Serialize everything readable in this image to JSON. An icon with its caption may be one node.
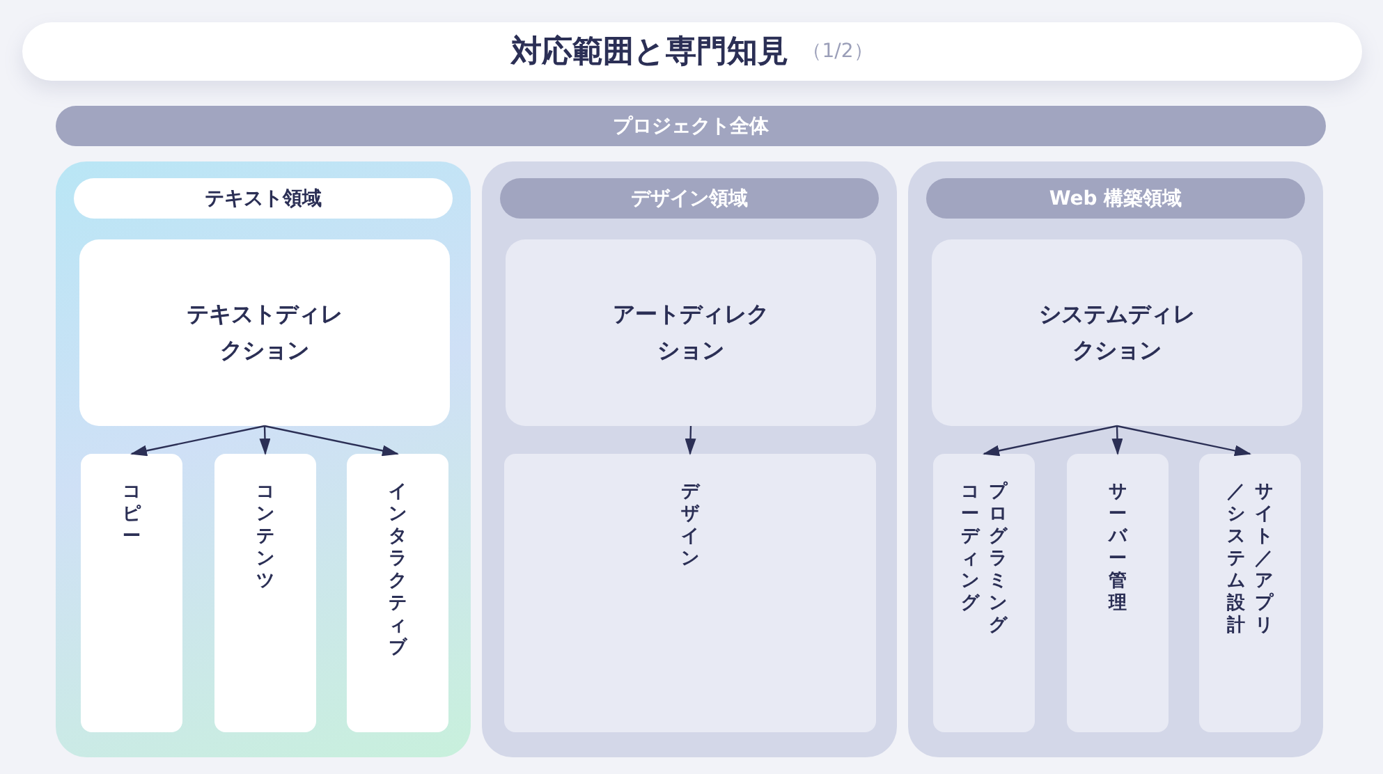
{
  "diagram": {
    "title": "対応範囲と専門知見",
    "nodes": [
      {
        "text": [
          "プロジェクト全体"
        ]
      },
      {
        "text": [
          "テキスト領域"
        ]
      },
      {
        "text": [
          "テキストディレクション"
        ],
        "in": 1
      },
      {
        "text": [
          "コピー"
        ],
        "in": 1
      },
      {
        "text": [
          "コンテンツ"
        ],
        "in": 1
      },
      {
        "text": [
          "インタラクティブ"
        ],
        "in": 1
      },
      {
        "text": [
          "デザイン領域"
        ]
      },
      {
        "text": [
          "アートディレクション"
        ],
        "in": 6
      },
      {
        "text": [
          "デザイン"
        ],
        "in": 6
      },
      {
        "text": [
          "Web 構築領域"
        ]
      },
      {
        "text": [
          "システムディレクション"
        ],
        "in": 9
      },
      {
        "text": [
          "プログラミングコーディング"
        ],
        "in": 9
      },
      {
        "text": [
          "サーバー管理"
        ],
        "in": 9
      },
      {
        "text": [
          "サイト／アプリ／システム設計"
        ],
        "in": 9
      }
    ],
    "edges": [
      {
        "from": 2,
        "to": 3,
        "arrow": "to"
      },
      {
        "from": 2,
        "to": 4,
        "arrow": "to"
      },
      {
        "from": 2,
        "to": 5,
        "arrow": "to"
      },
      {
        "from": 7,
        "to": 8,
        "arrow": "to"
      },
      {
        "from": 10,
        "to": 11,
        "arrow": "to"
      },
      {
        "from": 10,
        "to": 12,
        "arrow": "to"
      },
      {
        "from": 10,
        "to": 13,
        "arrow": "to"
      }
    ],
    "labels": [
      "（1/2）"
    ]
  }
}
